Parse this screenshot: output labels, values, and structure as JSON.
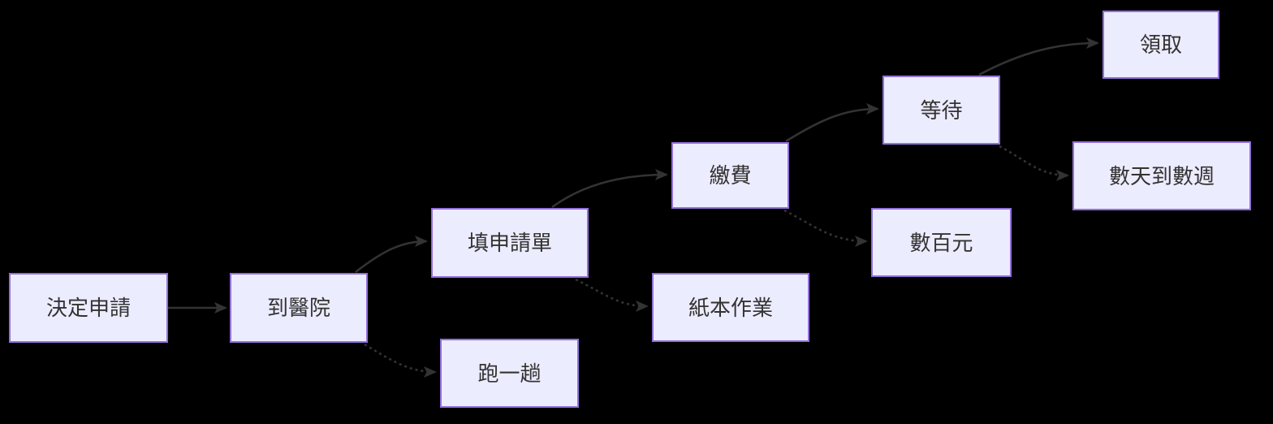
{
  "diagram": {
    "type": "flowchart",
    "direction": "left-to-right",
    "colors": {
      "background": "#000000",
      "node_fill": "#ECECFF",
      "node_border": "#9370DB",
      "node_text": "#333333",
      "edge": "#333333"
    },
    "nodes": [
      {
        "id": "decide",
        "label": "決定申請"
      },
      {
        "id": "hospital",
        "label": "到醫院"
      },
      {
        "id": "form",
        "label": "填申請單"
      },
      {
        "id": "trip",
        "label": "跑一趟"
      },
      {
        "id": "paperwork",
        "label": "紙本作業"
      },
      {
        "id": "pay",
        "label": "繳費"
      },
      {
        "id": "hundreds",
        "label": "數百元"
      },
      {
        "id": "wait",
        "label": "等待"
      },
      {
        "id": "receive",
        "label": "領取"
      },
      {
        "id": "daysweeks",
        "label": "數天到數週"
      }
    ],
    "edges": [
      {
        "from": "決定申請",
        "to": "到醫院",
        "style": "solid"
      },
      {
        "from": "到醫院",
        "to": "填申請單",
        "style": "solid"
      },
      {
        "from": "到醫院",
        "to": "跑一趟",
        "style": "dotted"
      },
      {
        "from": "填申請單",
        "to": "繳費",
        "style": "solid"
      },
      {
        "from": "填申請單",
        "to": "紙本作業",
        "style": "dotted"
      },
      {
        "from": "繳費",
        "to": "等待",
        "style": "solid"
      },
      {
        "from": "繳費",
        "to": "數百元",
        "style": "dotted"
      },
      {
        "from": "等待",
        "to": "領取",
        "style": "solid"
      },
      {
        "from": "等待",
        "to": "數天到數週",
        "style": "dotted"
      }
    ]
  }
}
